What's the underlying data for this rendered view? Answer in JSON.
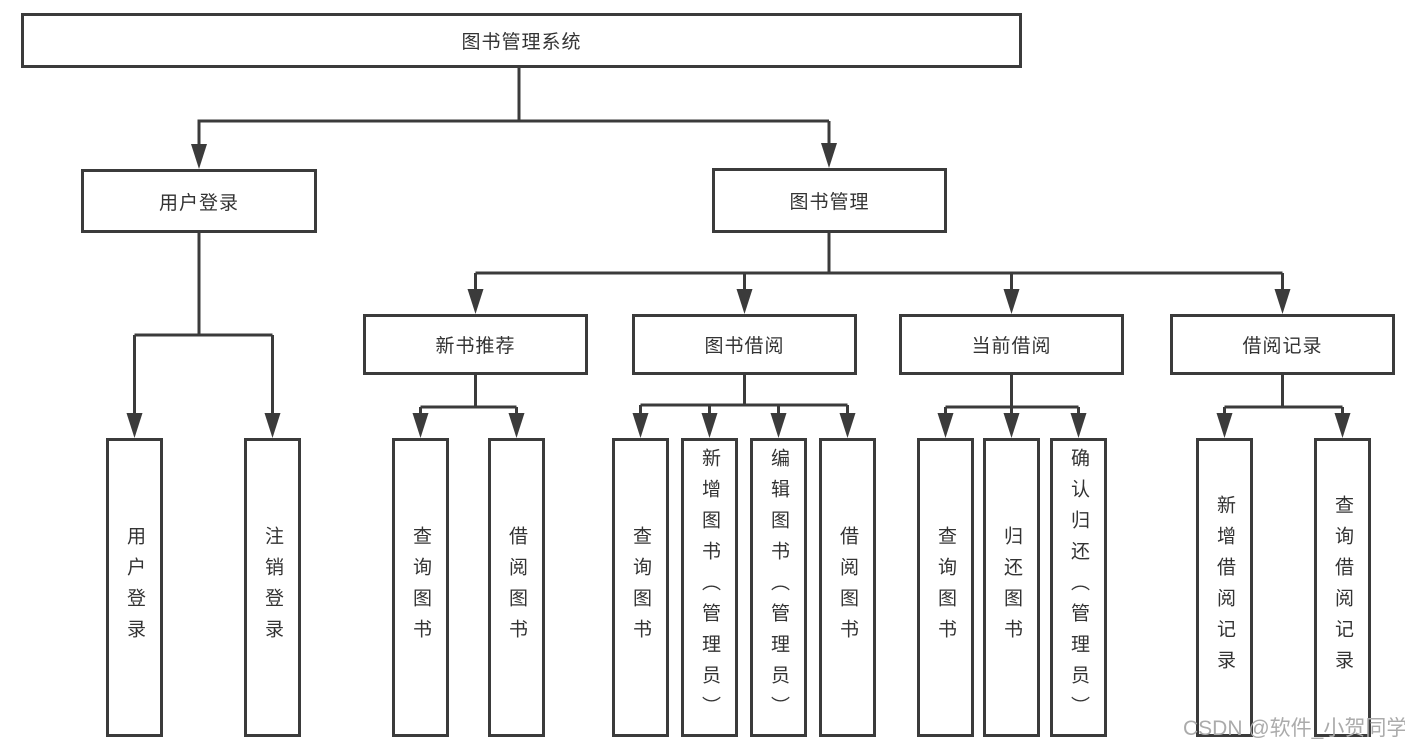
{
  "diagram": {
    "root": {
      "label": "图书管理系统"
    },
    "branches": [
      {
        "label": "用户登录",
        "children": [
          {
            "label": "用户登录"
          },
          {
            "label": "注销登录"
          }
        ]
      },
      {
        "label": "图书管理",
        "children": [
          {
            "label": "新书推荐",
            "children": [
              {
                "label": "查询图书"
              },
              {
                "label": "借阅图书"
              }
            ]
          },
          {
            "label": "图书借阅",
            "children": [
              {
                "label": "查询图书"
              },
              {
                "label": "新增图书（管理员）"
              },
              {
                "label": "编辑图书（管理员）"
              },
              {
                "label": "借阅图书"
              }
            ]
          },
          {
            "label": "当前借阅",
            "children": [
              {
                "label": "查询图书"
              },
              {
                "label": "归还图书"
              },
              {
                "label": "确认归还（管理员）"
              }
            ]
          },
          {
            "label": "借阅记录",
            "children": [
              {
                "label": "新增借阅记录"
              },
              {
                "label": "查询借阅记录"
              }
            ]
          }
        ]
      }
    ]
  },
  "watermark": {
    "text": "CSDN @软件_小贺同学"
  },
  "colors": {
    "line": "#3b3b3b",
    "text": "#333333",
    "box_background": "#ffffff",
    "background": "#ffffff",
    "watermark": "#ababab"
  }
}
